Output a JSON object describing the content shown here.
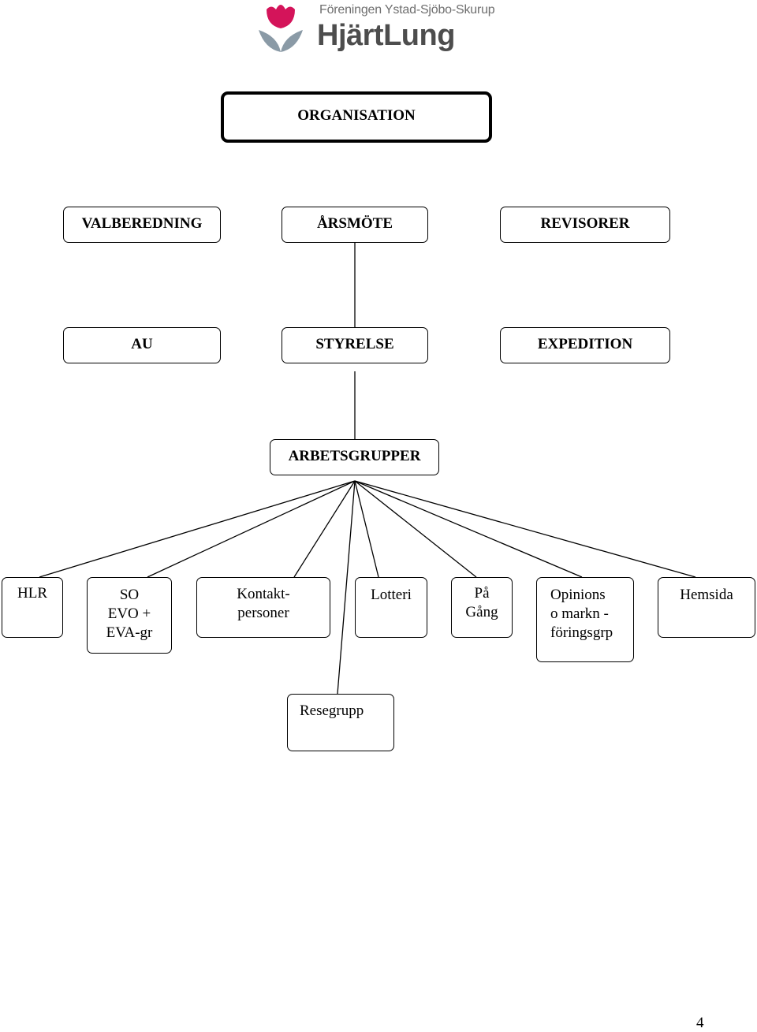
{
  "logo": {
    "subtitle": "Föreningen Ystad-Sjöbo-Skurup",
    "name": "HjärtLung",
    "colors": {
      "petal": "#d4145a",
      "leaf": "#8a9aa6",
      "text": "#4d4d4d"
    }
  },
  "org": {
    "title": "ORGANISATION",
    "valberedning": "VALBEREDNING",
    "arsmote": "ÅRSMÖTE",
    "revisorer": "REVISORER",
    "au": "AU",
    "styrelse": "STYRELSE",
    "expedition": "EXPEDITION",
    "arbetsgrupper": "ARBETSGRUPPER",
    "groups": {
      "hlr": [
        "HLR"
      ],
      "so": [
        "SO",
        "EVO +",
        "EVA-gr"
      ],
      "kontakt": [
        "Kontakt-",
        "personer"
      ],
      "lotteri": [
        "Lotteri"
      ],
      "pagang": [
        "På",
        "Gång"
      ],
      "opinions": [
        "Opinions",
        "o markn -",
        "föringsgrp"
      ],
      "hemsida": [
        "Hemsida"
      ],
      "resegrupp": [
        "Resegrupp"
      ]
    }
  },
  "page_number": "4"
}
